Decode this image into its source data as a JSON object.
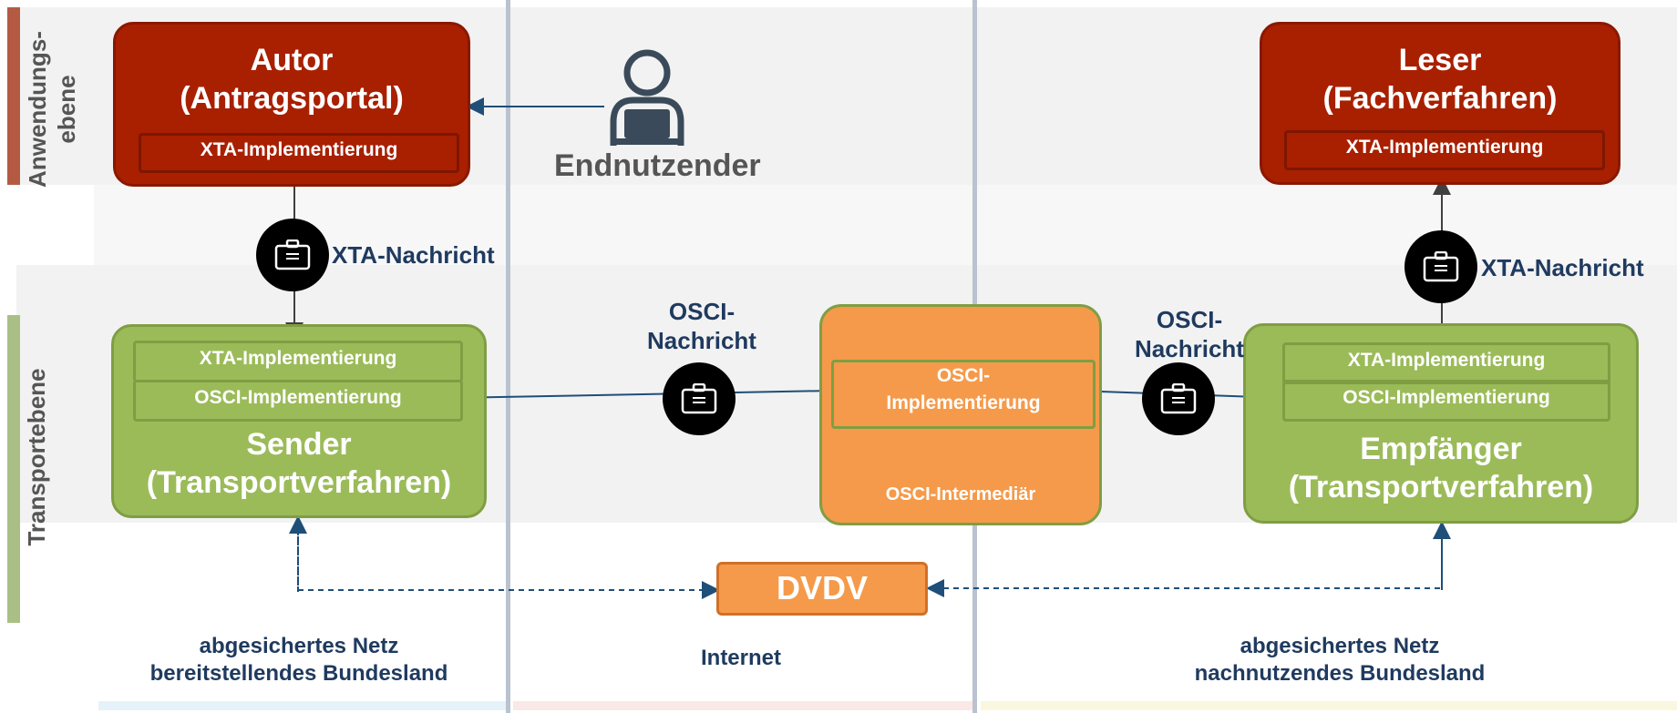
{
  "layers": {
    "application": "Anwendungs-\nebene",
    "transport": "Transportebene"
  },
  "actors": {
    "author": {
      "title": "Autor\n(Antragsportal)",
      "impl": "XTA-Implementierung"
    },
    "reader": {
      "title": "Leser\n(Fachverfahren)",
      "impl": "XTA-Implementierung"
    },
    "sender": {
      "xta": "XTA-Implementierung",
      "osci": "OSCI-Implementierung",
      "title": "Sender\n(Transportverfahren)"
    },
    "receiver": {
      "xta": "XTA-Implementierung",
      "osci": "OSCI-Implementierung",
      "title": "Empfänger\n(Transportverfahren)"
    },
    "intermediary": {
      "impl": "OSCI-\nImplementierung",
      "title": "OSCI-Intermediär"
    },
    "dvdv": "DVDV",
    "enduser": "Endnutzender"
  },
  "messages": {
    "xta_left": "XTA-Nachricht",
    "xta_right": "XTA-Nachricht",
    "osci_left": "OSCI-\nNachricht",
    "osci_right": "OSCI-\nNachricht"
  },
  "zones": {
    "left": "abgesichertes Netz\nbereitstellendes Bundesland",
    "middle": "Internet",
    "right": "abgesichertes Netz\nnachnutzendes Bundesland"
  },
  "colors": {
    "author_red": "#a82000",
    "transport_green": "#9bbb59",
    "intermediary_orange": "#f59a4a",
    "text_navy": "#1f3a5f",
    "arrow_blue": "#1f4e79"
  },
  "icons": {
    "message": "envelope-briefcase-icon",
    "user": "laptop-user-icon"
  }
}
